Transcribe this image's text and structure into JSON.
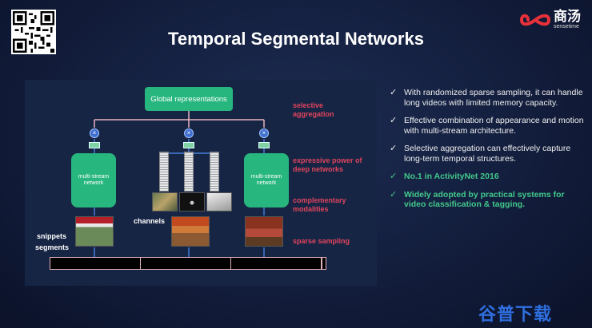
{
  "header": {
    "title": "Temporal Segmental Networks",
    "logo": {
      "cn": "商汤",
      "en": "sensetime",
      "icon": "infinity-logo-icon",
      "color": "#e8313a"
    }
  },
  "diagram": {
    "global": "Global representations",
    "network_label": "multi-stream network",
    "labels": {
      "selective": "selective aggregation",
      "expressive": "expressive power of deep networks",
      "complementary": "complementary modalities",
      "sparse": "sparse sampling",
      "channels": "channels",
      "snippets": "snippets",
      "segments": "segments"
    },
    "multiply_symbol": "×"
  },
  "bullets": [
    {
      "text": "With randomized sparse sampling, it can handle long videos with limited memory capacity.",
      "highlight": false
    },
    {
      "text": "Effective combination of appearance and motion with multi-stream architecture.",
      "highlight": false
    },
    {
      "text": "Selective aggregation can effectively capture long-term temporal structures.",
      "highlight": false
    },
    {
      "text": "No.1 in ActivityNet 2016",
      "highlight": true
    },
    {
      "text": "Widely adopted by practical systems for video classification & tagging.",
      "highlight": true
    }
  ],
  "check_symbol": "✓",
  "watermark": "谷普下载",
  "colors": {
    "network": "#27b67e",
    "label_red": "#e0445c",
    "bullet_green": "#42c88a",
    "watermark": "#2f6fe0"
  }
}
